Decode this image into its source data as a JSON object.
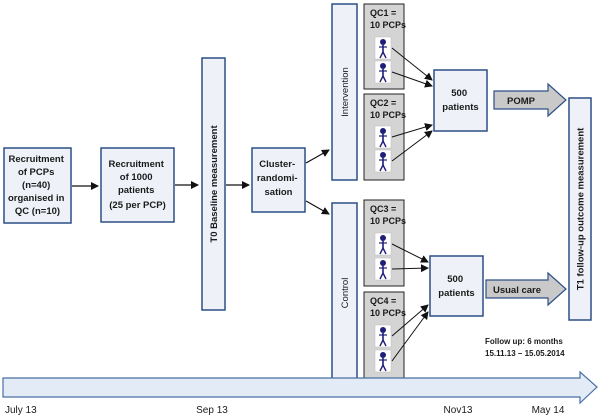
{
  "boxes": {
    "recruit_pcps": [
      "Recruitment",
      "of PCPs",
      "(n=40)",
      "organised in",
      "QC (n=10)"
    ],
    "recruit_patients": [
      "Recruitment",
      "of 1000",
      "patients",
      "(25 per PCP)"
    ],
    "baseline": "T0  Baseline measurement",
    "cluster": [
      "Cluster-",
      "randomi-",
      "sation"
    ],
    "intervention": "Intervention",
    "control": "Control",
    "qc1": [
      "QC1 =",
      "10 PCPs"
    ],
    "qc2": [
      "QC2 =",
      "10 PCPs"
    ],
    "qc3": [
      "QC3 =",
      "10 PCPs"
    ],
    "qc4": [
      "QC4 =",
      "10 PCPs"
    ],
    "patients_int": [
      "500",
      "patients"
    ],
    "patients_ctrl": [
      "500",
      "patients"
    ],
    "pomp": "POMP",
    "usual_care": "Usual care",
    "followup_measure": "T1 follow-up outcome measurement",
    "followup_note": [
      "Follow up: 6 months",
      "15.11.13 – 15.05.2014"
    ]
  },
  "timeline": {
    "labels": [
      "July 13",
      "Sep 13",
      "Nov13",
      "May 14"
    ]
  },
  "colors": {
    "box_border": "#2d4f86",
    "qc_fill": "#d4d4d4",
    "figure": "#1f1f7a",
    "label_arrow_fill": "#c9c9c9",
    "timeline_fill": "#e3ebf6",
    "timeline_border": "#4a6fa5"
  }
}
